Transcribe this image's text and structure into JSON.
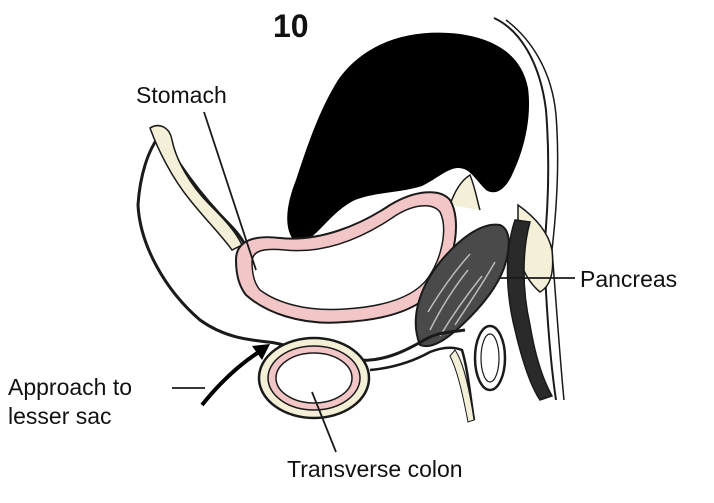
{
  "figure": {
    "number": "10",
    "labels": {
      "stomach": "Stomach",
      "pancreas": "Pancreas",
      "approach_line1": "Approach to",
      "approach_line2": "lesser sac",
      "transverse_colon": "Transverse colon"
    }
  },
  "colors": {
    "stomach_wall": "#f2c6c6",
    "stomach_outline": "#c97a7a",
    "tissue_fill": "#f4f0d8",
    "outline": "#1a1a1a",
    "black_mass": "#000000"
  }
}
